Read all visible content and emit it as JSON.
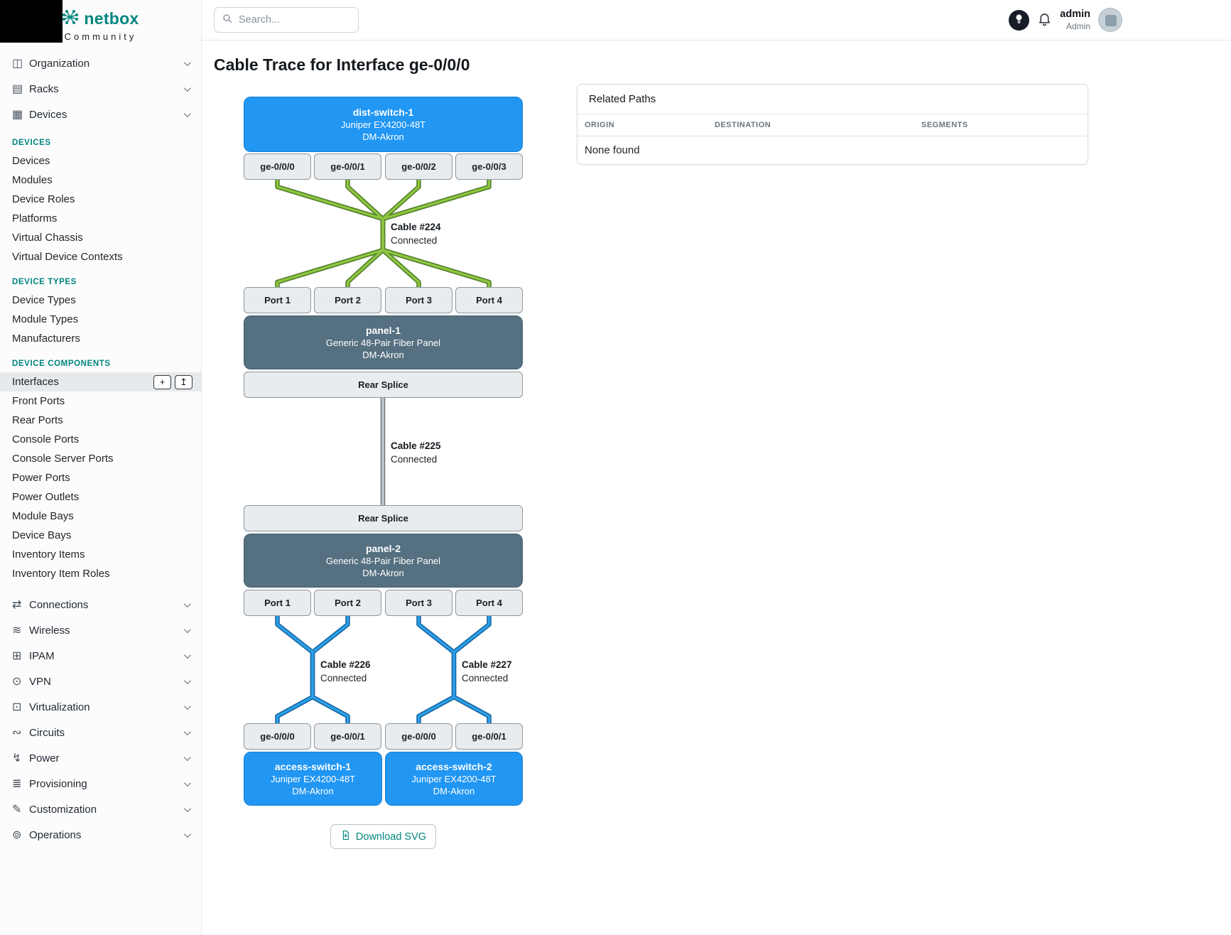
{
  "colors": {
    "brand_teal": "#00857e",
    "node_blue": "#2196f3",
    "node_slate": "#557080",
    "cable_green": "#8fc541",
    "cable_blue": "#2196f3",
    "cable_gray": "#c6ccd1"
  },
  "brand": {
    "name": "netbox",
    "community": "Community"
  },
  "topbar": {
    "search_placeholder": "Search...",
    "user_name": "admin",
    "user_role": "Admin"
  },
  "icons": {
    "organization": "◫",
    "racks": "▤",
    "devices": "▦",
    "connections": "⇄",
    "wireless": "≋",
    "ipam": "⊞",
    "vpn": "⊙",
    "virtualization": "⊡",
    "circuits": "∾",
    "power": "↯",
    "provisioning": "≣",
    "customization": "✎",
    "operations": "⊚",
    "add": "+",
    "import": "↥"
  },
  "sidebar": {
    "top_groups": [
      "Organization",
      "Racks",
      "Devices"
    ],
    "sections": [
      {
        "title": "DEVICES",
        "items": [
          "Devices",
          "Modules",
          "Device Roles",
          "Platforms",
          "Virtual Chassis",
          "Virtual Device Contexts"
        ]
      },
      {
        "title": "DEVICE TYPES",
        "items": [
          "Device Types",
          "Module Types",
          "Manufacturers"
        ]
      },
      {
        "title": "DEVICE COMPONENTS",
        "items": [
          "Interfaces",
          "Front Ports",
          "Rear Ports",
          "Console Ports",
          "Console Server Ports",
          "Power Ports",
          "Power Outlets",
          "Module Bays",
          "Device Bays",
          "Inventory Items",
          "Inventory Item Roles"
        ]
      }
    ],
    "bottom_groups": [
      "Connections",
      "Wireless",
      "IPAM",
      "VPN",
      "Virtualization",
      "Circuits",
      "Power",
      "Provisioning",
      "Customization",
      "Operations"
    ],
    "active_item": "Interfaces"
  },
  "page": {
    "title": "Cable Trace for Interface ge-0/0/0"
  },
  "related_paths": {
    "title": "Related Paths",
    "columns": [
      "ORIGIN",
      "DESTINATION",
      "SEGMENTS"
    ],
    "empty_message": "None found"
  },
  "trace": {
    "dist_switch": {
      "name": "dist-switch-1",
      "model": "Juniper EX4200-48T",
      "site": "DM-Akron",
      "interfaces": [
        "ge-0/0/0",
        "ge-0/0/1",
        "ge-0/0/2",
        "ge-0/0/3"
      ]
    },
    "panel1": {
      "name": "panel-1",
      "model": "Generic 48-Pair Fiber Panel",
      "site": "DM-Akron",
      "front_ports": [
        "Port 1",
        "Port 2",
        "Port 3",
        "Port 4"
      ],
      "rear_port": "Rear Splice"
    },
    "panel2": {
      "name": "panel-2",
      "model": "Generic 48-Pair Fiber Panel",
      "site": "DM-Akron",
      "front_ports": [
        "Port 1",
        "Port 2",
        "Port 3",
        "Port 4"
      ],
      "rear_port": "Rear Splice"
    },
    "access_switch1": {
      "name": "access-switch-1",
      "model": "Juniper EX4200-48T",
      "site": "DM-Akron",
      "interfaces": [
        "ge-0/0/0",
        "ge-0/0/1"
      ]
    },
    "access_switch2": {
      "name": "access-switch-2",
      "model": "Juniper EX4200-48T",
      "site": "DM-Akron",
      "interfaces": [
        "ge-0/0/0",
        "ge-0/0/1"
      ]
    },
    "cables": [
      {
        "name": "Cable #224",
        "status": "Connected"
      },
      {
        "name": "Cable #225",
        "status": "Connected"
      },
      {
        "name": "Cable #226",
        "status": "Connected"
      },
      {
        "name": "Cable #227",
        "status": "Connected"
      }
    ],
    "download_label": "Download SVG"
  }
}
